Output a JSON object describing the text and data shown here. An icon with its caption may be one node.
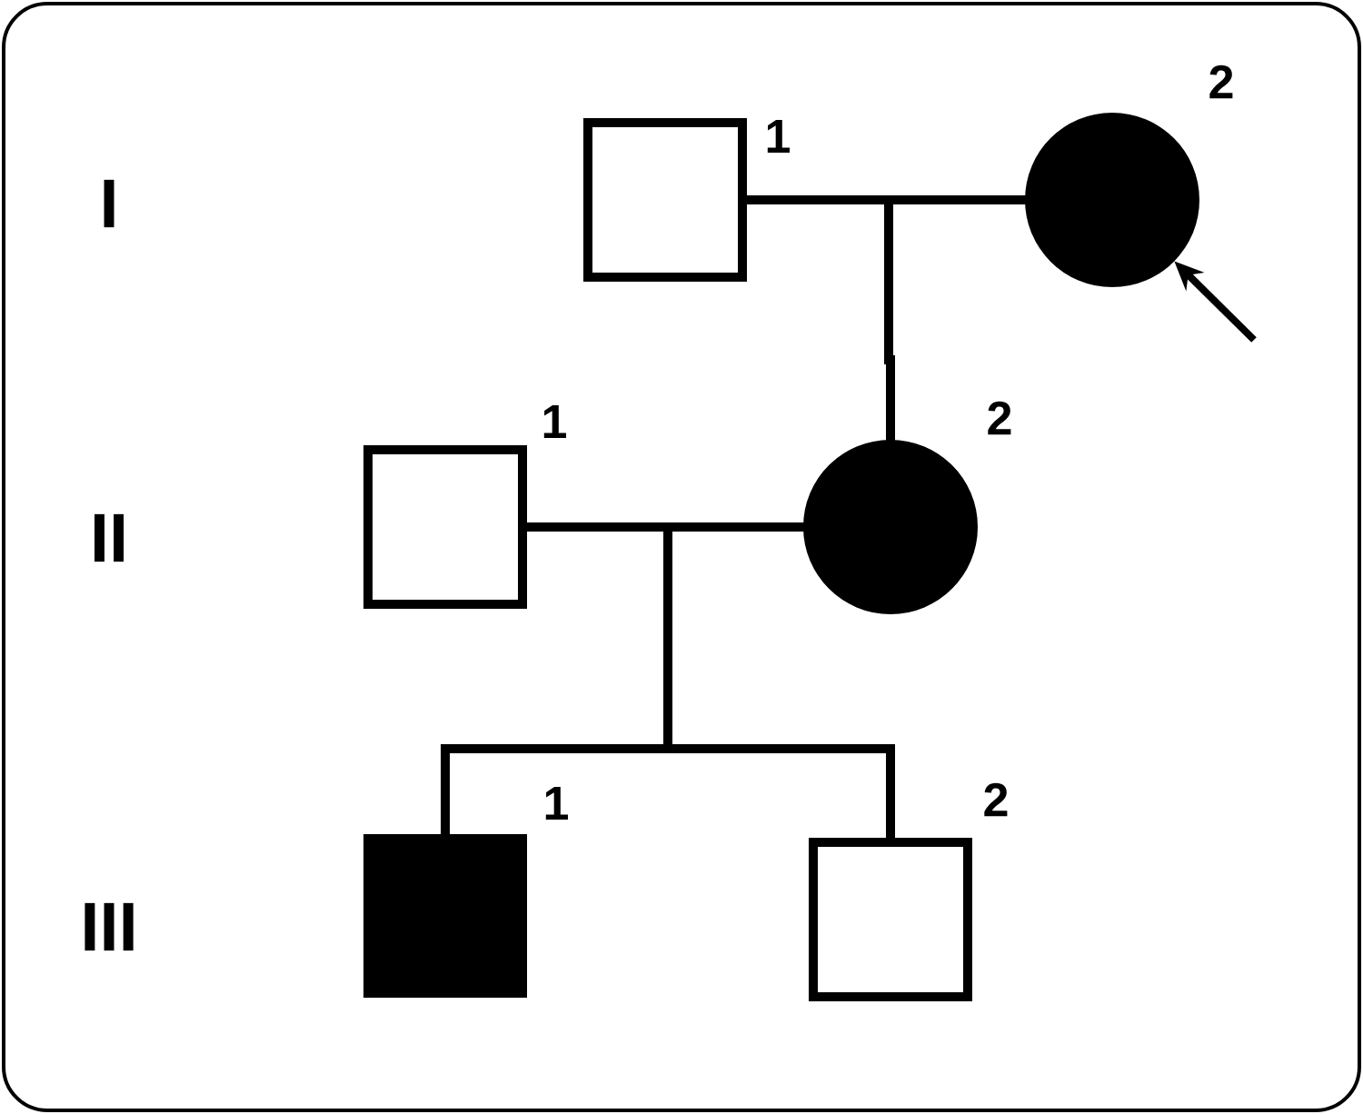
{
  "diagram": {
    "nodes": [
      {
        "text": [],
        "shape": "box",
        "beside": [
          "1"
        ]
      },
      {
        "text": [],
        "shape": "circle",
        "beside": [
          "2"
        ]
      },
      {
        "text": [],
        "shape": "box",
        "beside": [
          "1"
        ]
      },
      {
        "text": [],
        "shape": "circle",
        "beside": [
          "2"
        ]
      },
      {
        "text": [],
        "shape": "box",
        "beside": [
          "1"
        ]
      },
      {
        "text": [],
        "shape": "box",
        "beside": [
          "2"
        ]
      }
    ],
    "edges": [
      {
        "from": 0,
        "to": 1,
        "arrow": "none"
      },
      {
        "from": 0,
        "to": 3,
        "arrow": "none"
      },
      {
        "from": 1,
        "to": 3,
        "arrow": "none"
      },
      {
        "from": 2,
        "to": 3,
        "arrow": "none"
      },
      {
        "from": 2,
        "to": 4,
        "arrow": "none"
      },
      {
        "from": 2,
        "to": 5,
        "arrow": "none"
      },
      {
        "from": 3,
        "to": 4,
        "arrow": "none"
      },
      {
        "from": 3,
        "to": 5,
        "arrow": "none"
      },
      {
        "from": null,
        "to": 1,
        "arrow": "to"
      }
    ],
    "labels": [
      "I",
      "II",
      "III"
    ]
  }
}
